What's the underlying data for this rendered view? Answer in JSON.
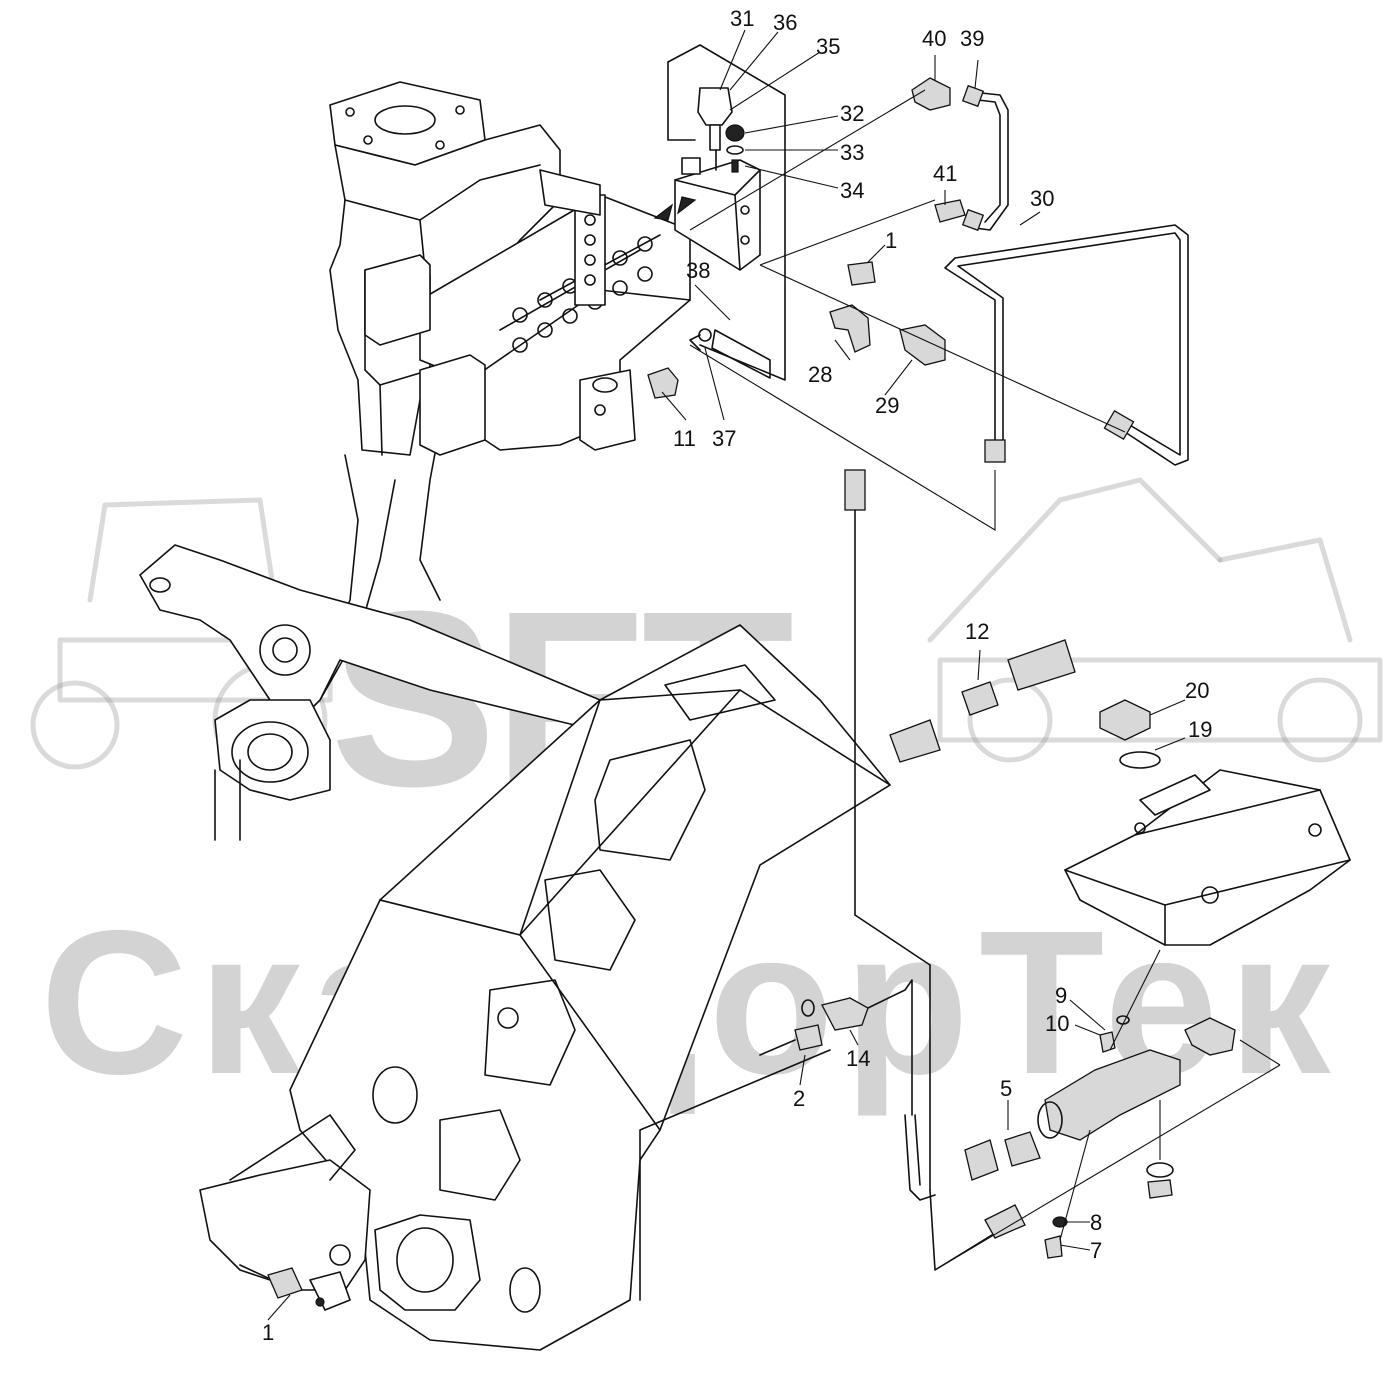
{
  "watermark": {
    "logo_text": "SFT",
    "company_name": "СкандорТек"
  },
  "callouts": [
    {
      "id": "c31",
      "text": "31"
    },
    {
      "id": "c36",
      "text": "36"
    },
    {
      "id": "c35",
      "text": "35"
    },
    {
      "id": "c40",
      "text": "40"
    },
    {
      "id": "c39",
      "text": "39"
    },
    {
      "id": "c32",
      "text": "32"
    },
    {
      "id": "c33",
      "text": "33"
    },
    {
      "id": "c34",
      "text": "34"
    },
    {
      "id": "c41",
      "text": "41"
    },
    {
      "id": "c30",
      "text": "30"
    },
    {
      "id": "c1a",
      "text": "1"
    },
    {
      "id": "c38",
      "text": "38"
    },
    {
      "id": "c28",
      "text": "28"
    },
    {
      "id": "c29",
      "text": "29"
    },
    {
      "id": "c11",
      "text": "11"
    },
    {
      "id": "c37",
      "text": "37"
    },
    {
      "id": "c12",
      "text": "12"
    },
    {
      "id": "c20",
      "text": "20"
    },
    {
      "id": "c19",
      "text": "19"
    },
    {
      "id": "c9",
      "text": "9"
    },
    {
      "id": "c10",
      "text": "10"
    },
    {
      "id": "c14",
      "text": "14"
    },
    {
      "id": "c2",
      "text": "2"
    },
    {
      "id": "c5",
      "text": "5"
    },
    {
      "id": "c8",
      "text": "8"
    },
    {
      "id": "c7",
      "text": "7"
    },
    {
      "id": "c1b",
      "text": "1"
    }
  ]
}
